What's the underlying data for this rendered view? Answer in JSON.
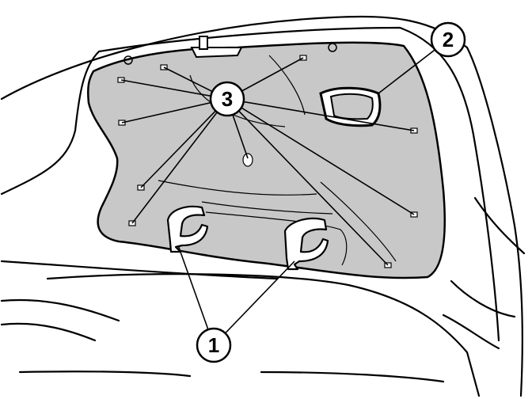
{
  "colors": {
    "background": "#ffffff",
    "panel_fill": "#c8c8c8",
    "line": "#000000",
    "callout_fill": "#ffffff"
  },
  "callouts": [
    {
      "id": "c1",
      "label": "1"
    },
    {
      "id": "c2",
      "label": "2"
    },
    {
      "id": "c3",
      "label": "3"
    }
  ]
}
